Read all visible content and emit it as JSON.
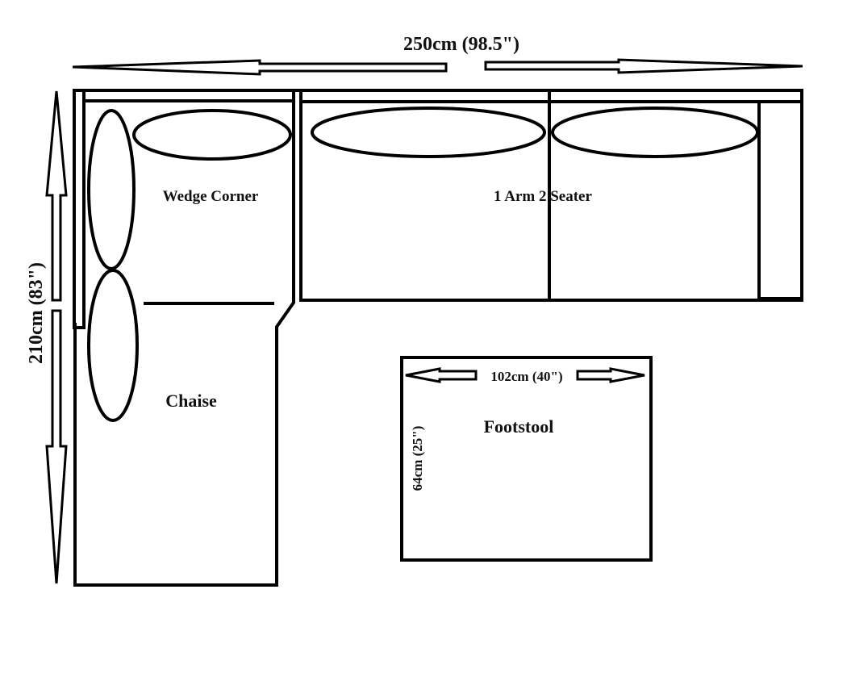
{
  "dimensions": {
    "overall_width": "250cm (98.5\")",
    "overall_depth": "210cm (83\")",
    "footstool_width": "102cm (40\")",
    "footstool_depth": "64cm (25\")"
  },
  "sections": {
    "wedge_corner": "Wedge Corner",
    "two_seater": "1 Arm 2 Seater",
    "chaise": "Chaise",
    "footstool": "Footstool"
  },
  "colors": {
    "line": "#000000",
    "background": "#ffffff"
  }
}
